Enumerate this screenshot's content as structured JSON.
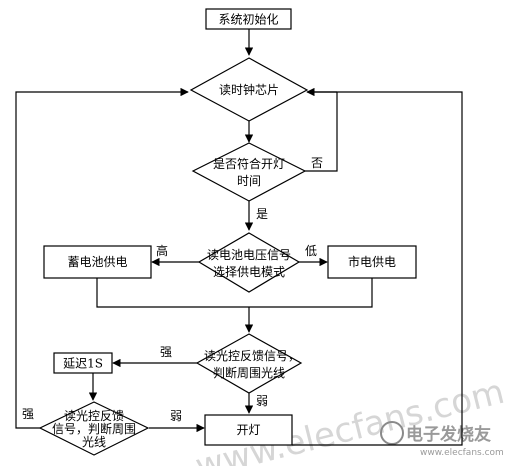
{
  "nodes": {
    "init": "系统初始化",
    "read_clock": "读时钟芯片",
    "check_time_1": "是否符合开灯",
    "check_time_2": "时间",
    "read_voltage_1": "读电池电压信号",
    "read_voltage_2": "选择供电模式",
    "battery_supply": "蓄电池供电",
    "mains_supply": "市电供电",
    "read_light_1": "读光控反馈信号，",
    "read_light_2": "判断周围光线",
    "delay": "延迟1S",
    "reread_1": "读光控反馈",
    "reread_2": "信号，判断周围",
    "reread_3": "光线",
    "lamp_on": "开灯"
  },
  "edge_labels": {
    "no": "否",
    "yes": "是",
    "high": "高",
    "low": "低",
    "strong_1": "强",
    "weak_1": "弱",
    "strong_2": "强",
    "weak_2": "弱"
  },
  "watermark": {
    "site": "www.elecfans.com",
    "brand": "电子发烧友",
    "brand_url": "www.elecfans.com"
  }
}
